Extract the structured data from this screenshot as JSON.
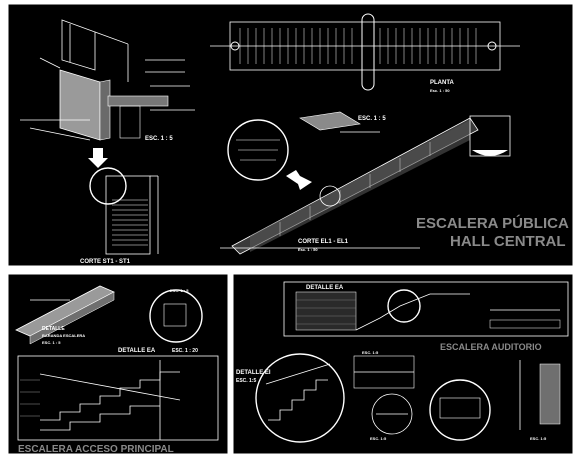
{
  "panels": {
    "top": {
      "title_line1": "ESCALERA PÚBLICA",
      "title_line2": "HALL CENTRAL",
      "labels": {
        "esc_1_5": "ESC. 1 : 5",
        "planta": "PLANTA",
        "planta_scale": "Esc. 1 : 50",
        "esc_1_5_b": "ESC. 1 : 5",
        "corte_el": "CORTE EL1 - EL1",
        "corte_el_scale": "Esc. 1 : 50",
        "corte_st": "CORTE ST1 - ST1"
      }
    },
    "bottom_left": {
      "title": "ESCALERA ACCESO PRINCIPAL",
      "labels": {
        "detalle": "DETALLE",
        "detalle_sub": "BARANDA ESCALERA",
        "detalle_scale": "ESC. 1 : 5",
        "detalle_ea": "DETALLE EA",
        "detalle_ea_scale": "ESC. 1 : 20",
        "esc_top": "ESC. 1 : 5"
      }
    },
    "bottom_right": {
      "title": "ESCALERA AUDITORIO",
      "labels": {
        "detalle_ea": "DETALLE EA",
        "detalle_ei": "DETALLE EI",
        "detalle_ei_scale": "ESC. 1:5",
        "esc_mid": "ESC. 1:5",
        "esc_bot": "ESC. 1:5",
        "esc_right": "ESC. 1:5"
      }
    }
  },
  "colors": {
    "background": "#000000",
    "border": "#ffffff",
    "title_text": "#8a8a8a"
  }
}
